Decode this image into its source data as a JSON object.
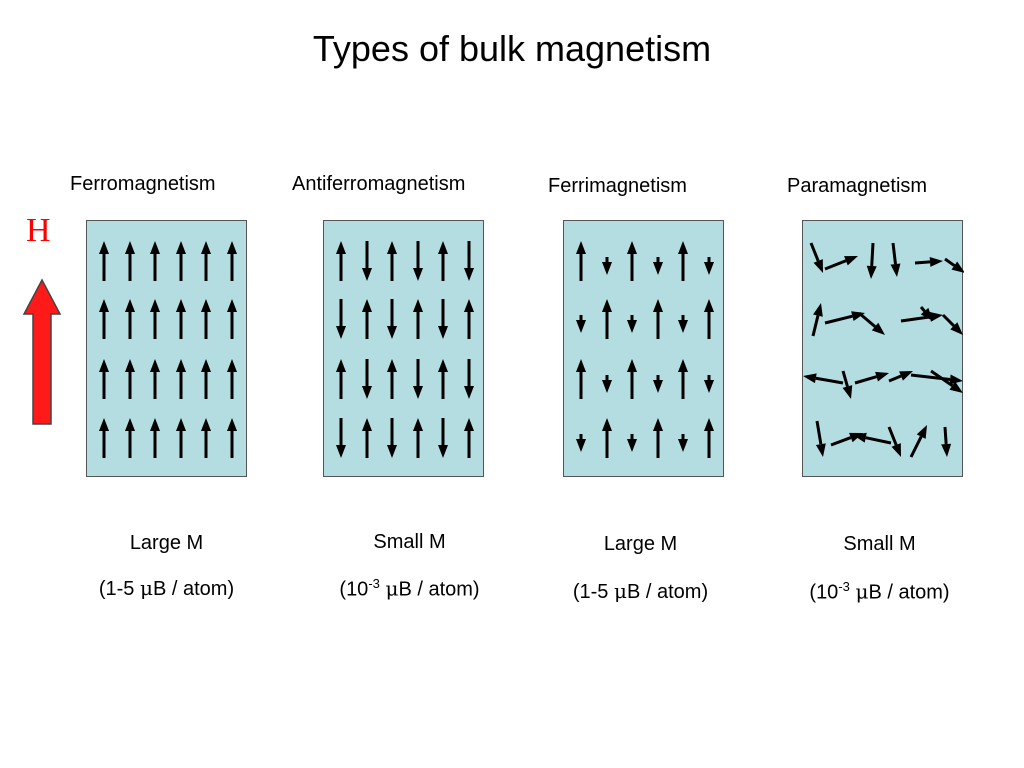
{
  "title": "Types of bulk magnetism",
  "field_label": "H",
  "colors": {
    "panel_fill": "#b4dde1",
    "field_arrow": "#ff1a1a",
    "field_label": "#ff0000"
  },
  "types": [
    {
      "name": "Ferromagnetism",
      "magnitude": "Large M",
      "moment_range": "1-5",
      "moment_exp": "",
      "mu": "μ",
      "unit": "B / atom",
      "pattern": "ferro"
    },
    {
      "name": "Antiferromagnetism",
      "magnitude": "Small M",
      "moment_range": "10",
      "moment_exp": "-3",
      "mu": "μ",
      "unit": "B / atom",
      "pattern": "antiferro"
    },
    {
      "name": "Ferrimagnetism",
      "magnitude": "Large M",
      "moment_range": "1-5",
      "moment_exp": "",
      "mu": "μ",
      "unit": "B / atom",
      "pattern": "ferri"
    },
    {
      "name": "Paramagnetism",
      "magnitude": "Small M",
      "moment_range": "10",
      "moment_exp": "-3",
      "mu": "μ",
      "unit": "B / atom",
      "pattern": "para"
    }
  ]
}
